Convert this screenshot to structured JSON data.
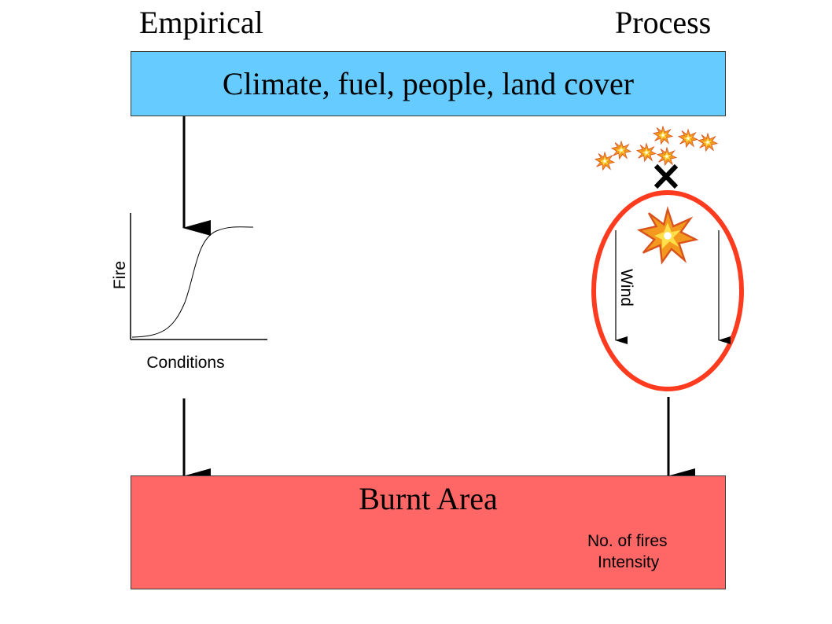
{
  "columns": {
    "empirical": "Empirical",
    "process": "Process"
  },
  "drivers": {
    "label": "Climate, fuel, people, land cover",
    "color": "#66ccff"
  },
  "empirical_curve": {
    "ylabel": "Fire",
    "xlabel": "Conditions"
  },
  "process_model": {
    "wind_label": "Wind",
    "ellipse_color": "#ff3b1f",
    "blocked_mark_icon": "cross-icon",
    "ignition_icon": "explosion-icon"
  },
  "output": {
    "title": "Burnt Area",
    "note_1": "No. of fires",
    "note_2": "Intensity",
    "color": "#ff6666"
  }
}
